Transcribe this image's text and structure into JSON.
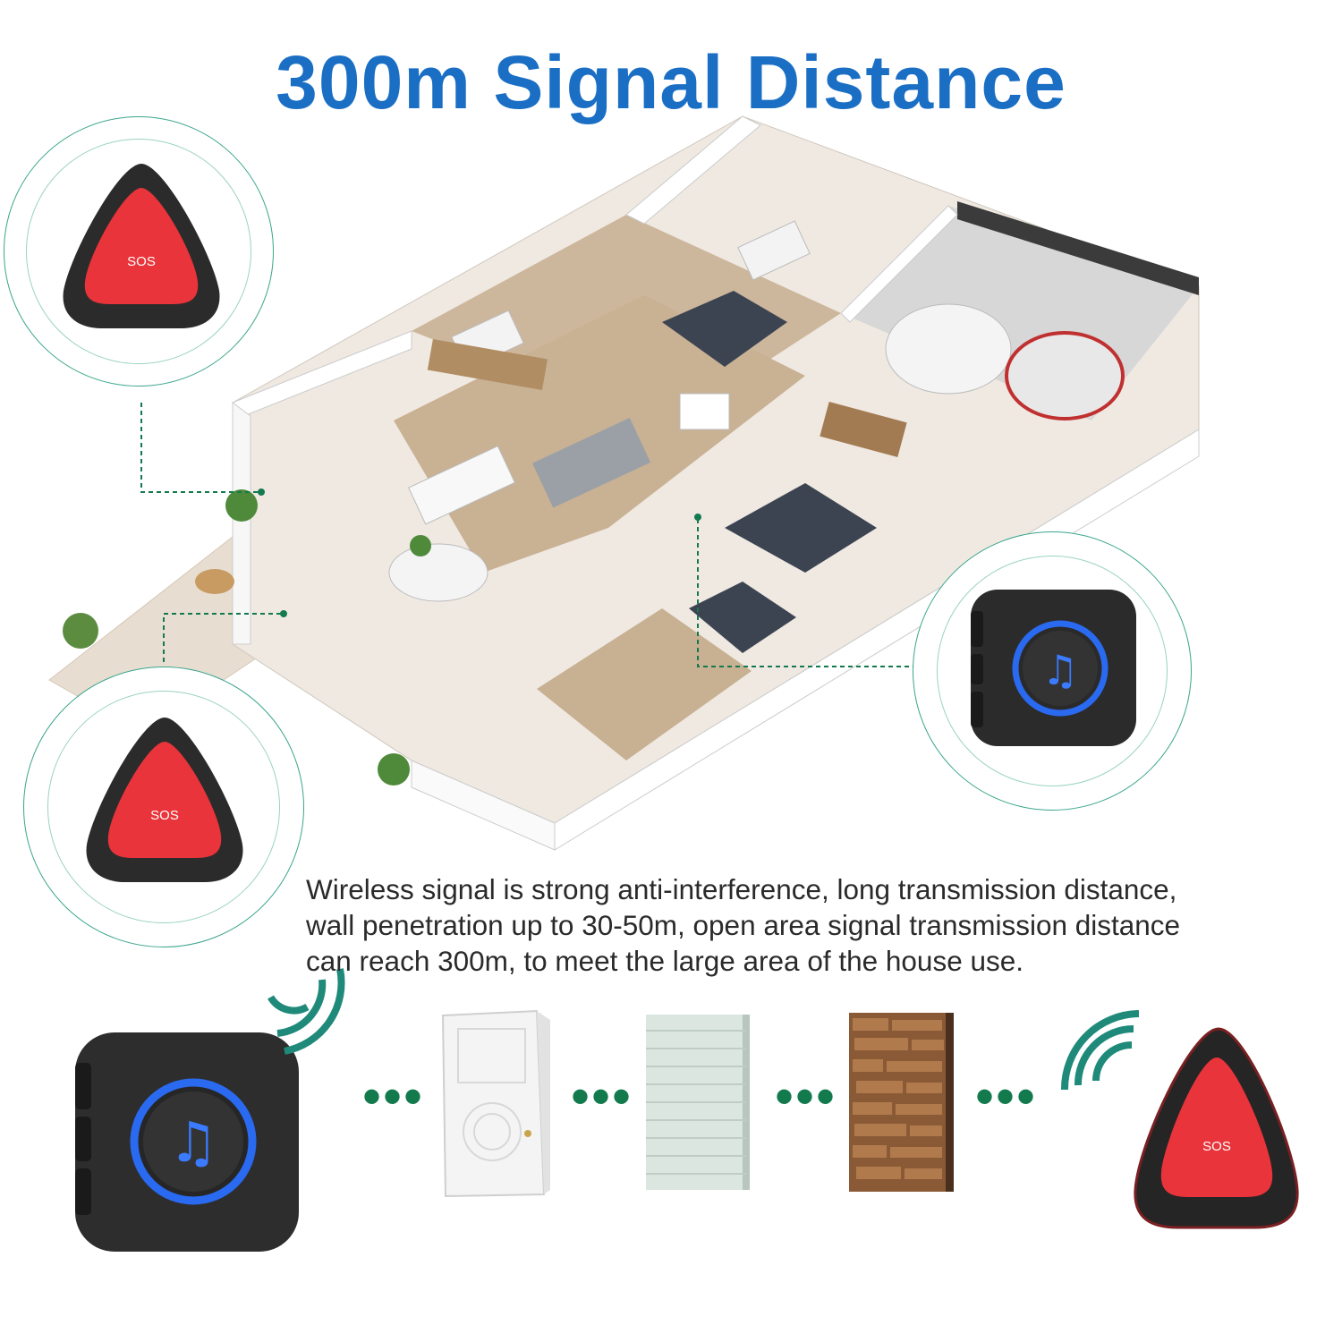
{
  "title": "300m Signal Distance",
  "description": {
    "line1": "Wireless signal is strong anti-interference, long transmission distance,",
    "line2": "wall penetration up to 30-50m, open area signal transmission distance",
    "line3": "can reach 300m, to meet the large area of the house use."
  },
  "sos_button_label": "SOS",
  "receiver_icon": "music-note-icon",
  "obstacles": [
    "door-icon",
    "white-brick-wall-icon",
    "stone-wall-icon"
  ],
  "colors": {
    "title": "#1a6fc4",
    "accent_green": "#137a4e",
    "sos_red": "#e8343a",
    "device_black": "#2b2b2b",
    "glow_blue": "#2a6af0"
  }
}
